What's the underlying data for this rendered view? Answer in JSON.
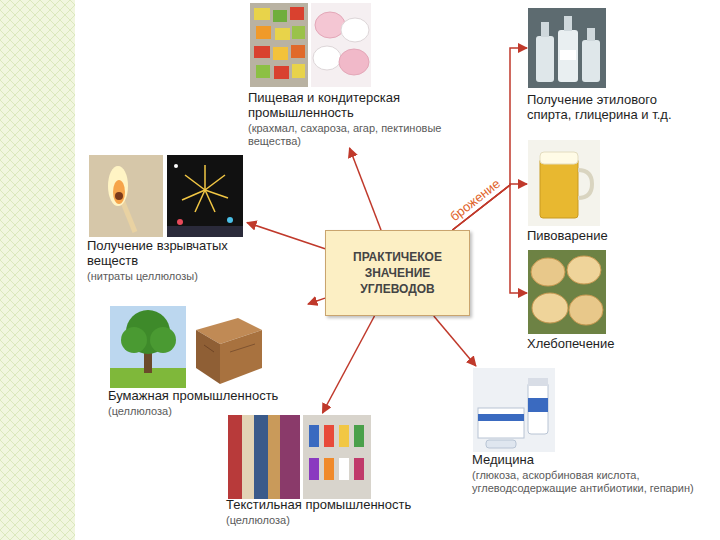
{
  "diagram": {
    "nodes": [
      {
        "text": [
          "Пищевая и кондитерская промышленность",
          "(крахмал, сахароза, агар, пектиновые вещества)"
        ]
      },
      {
        "text": [
          "Получение этилового спирта, глицерина и т.д."
        ]
      },
      {
        "text": [
          "Пивоварение"
        ]
      },
      {
        "text": [
          "Получение взрывчатых веществ",
          "(нитраты целлюлозы)"
        ]
      },
      {
        "text": [
          "ПРАКТИЧЕКОЕ ЗНАЧЕНИЕ УГЛЕВОДОВ"
        ]
      },
      {
        "text": [
          "Хлебопечение"
        ]
      },
      {
        "text": [
          "Бумажная промышленность",
          "(целлюлоза)"
        ]
      },
      {
        "text": [
          "Медицина",
          "(глюкоза, аскорбиновая кислота, углеводсодержащие антибиотики, гепарин)"
        ]
      },
      {
        "text": [
          "Текстильная промышленность",
          "(целлюлоза)"
        ]
      }
    ],
    "edges": [
      {
        "from": 4,
        "to": 0,
        "arrow": "to"
      },
      {
        "from": 4,
        "to": 1,
        "arrow": "to"
      },
      {
        "from": 4,
        "to": 2,
        "label": "брожение",
        "arrow": "to"
      },
      {
        "from": 4,
        "to": 5,
        "arrow": "to"
      },
      {
        "from": 4,
        "to": 3,
        "arrow": "to"
      },
      {
        "from": 4,
        "to": 6,
        "arrow": "to"
      },
      {
        "from": 4,
        "to": 8,
        "arrow": "to"
      },
      {
        "from": 4,
        "to": 7,
        "arrow": "to"
      }
    ]
  }
}
